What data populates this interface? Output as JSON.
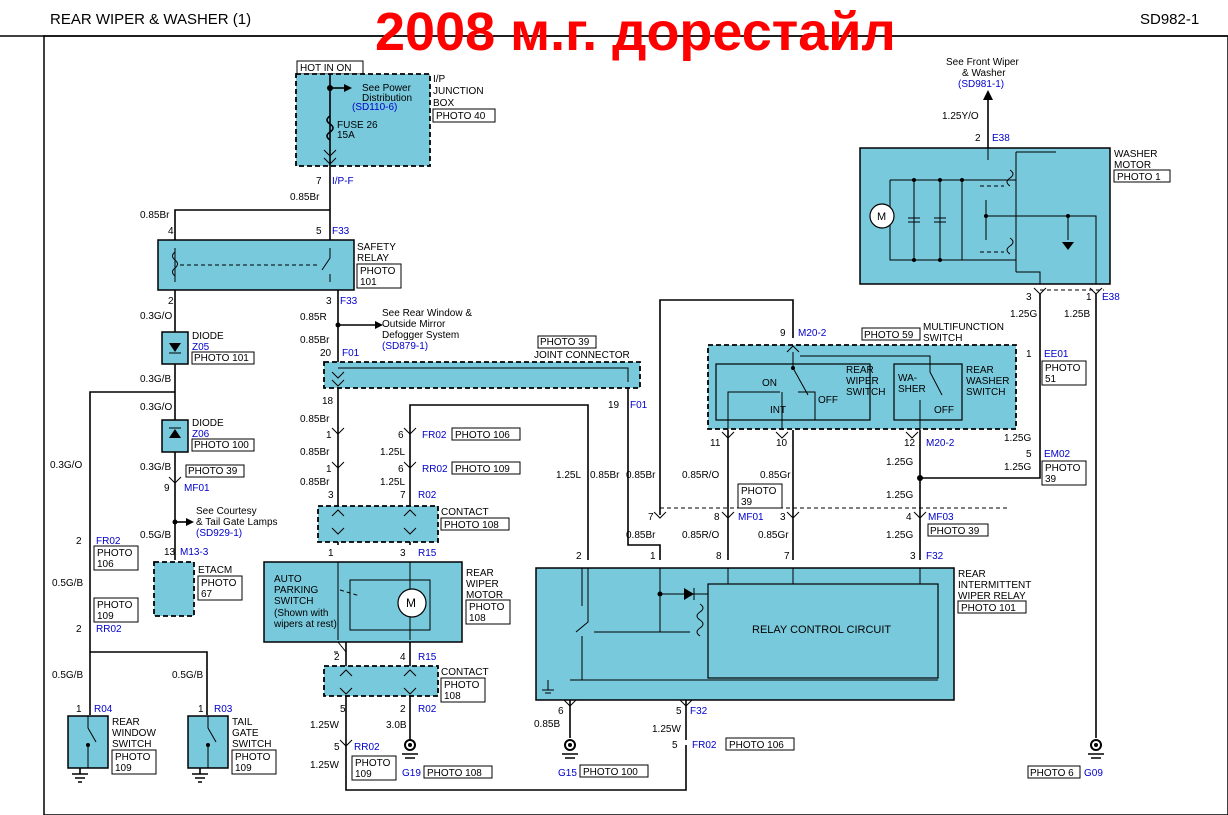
{
  "header": {
    "title": "REAR WIPER & WASHER (1)",
    "code": "SD982-1",
    "overlay": "2008 м.г. дорестайл"
  },
  "fuse_box": {
    "hot": "HOT IN ON",
    "see1": "See Power",
    "see2": "Distribution",
    "ref": "(SD110-6)",
    "fuse": "FUSE 26",
    "amp": "15A",
    "name1": "I/P",
    "name2": "JUNCTION",
    "name3": "BOX",
    "photo": "PHOTO 40",
    "pin": "7",
    "conn": "I/P-F",
    "wire": "0.85Br"
  },
  "safety_relay": {
    "name1": "SAFETY",
    "name2": "RELAY",
    "photo1": "PHOTO",
    "photo2": "101",
    "p4": "4",
    "p5": "5",
    "conn_top": "F33",
    "p2": "2",
    "p3": "3",
    "conn_bot": "F33",
    "wire_left": "0.85Br",
    "wire_out": "0.85R"
  },
  "defogger": {
    "l1": "See Rear Window &",
    "l2": "Outside Mirror",
    "l3": "Defogger System",
    "ref": "(SD879-1)"
  },
  "diodes": {
    "d1": "DIODE",
    "z05": "Z05",
    "ph1": "PHOTO 101",
    "d2": "DIODE",
    "z06": "Z06",
    "ph2": "PHOTO 100",
    "w1": "0.3G/O",
    "w2": "0.3G/B",
    "w3": "0.3G/O",
    "w4": "0.3G/B",
    "w5": "0.5G/B",
    "w6": "0.3G/O",
    "photo39": "PHOTO 39",
    "mf01pin": "9",
    "mf01": "MF01"
  },
  "courtesy": {
    "l1": "See Courtesy",
    "l2": "& Tail Gate Lamps",
    "ref": "(SD929-1)"
  },
  "etacm": {
    "pin": "13",
    "conn": "M13-3",
    "name": "ETACM",
    "photo1": "PHOTO",
    "photo2": "67"
  },
  "left_conn": {
    "fr02pin": "2",
    "fr02": "FR02",
    "ph1a": "PHOTO",
    "ph1b": "106",
    "w": "0.5G/B",
    "ph2a": "PHOTO",
    "ph2b": "109",
    "rr02pin": "2",
    "rr02": "RR02",
    "w2": "0.5G/B",
    "w3": "0.5G/B"
  },
  "rear_window_switch": {
    "pin": "1",
    "conn": "R04",
    "n1": "REAR",
    "n2": "WINDOW",
    "n3": "SWITCH",
    "ph1": "PHOTO",
    "ph2": "109"
  },
  "tail_gate_switch": {
    "pin": "1",
    "conn": "R03",
    "n1": "TAIL",
    "n2": "GATE",
    "n3": "SWITCH",
    "ph1": "PHOTO",
    "ph2": "109"
  },
  "joint": {
    "photo": "PHOTO 39",
    "name": "JOINT CONNECTOR",
    "p20": "20",
    "conn": "F01",
    "p18": "18",
    "p19": "19",
    "conn19": "F01",
    "w_in": "0.85Br"
  },
  "middle": {
    "w1": "0.85Br",
    "p1": "1",
    "p6": "6",
    "fr02": "FR02",
    "ph106": "PHOTO 106",
    "w2": "0.85Br",
    "w3": "1.25L",
    "p1b": "1",
    "p6b": "6",
    "rr02": "RR02",
    "ph109": "PHOTO 109",
    "w4": "0.85Br",
    "w5": "1.25L",
    "p3": "3",
    "p7": "7",
    "r02": "R02",
    "contact": "CONTACT",
    "ph108": "PHOTO 108",
    "p1c": "1",
    "p3c": "3",
    "r15": "R15"
  },
  "motor": {
    "aps1": "AUTO",
    "aps2": "PARKING",
    "aps3": "SWITCH",
    "aps4": "(Shown with",
    "aps5": "wipers at rest)",
    "m1": "REAR",
    "m2": "WIPER",
    "m3": "MOTOR",
    "ph1": "PHOTO",
    "ph2": "108",
    "p2": "2",
    "p4": "4",
    "r15": "R15",
    "contact": "CONTACT",
    "phc1": "PHOTO",
    "phc2": "108",
    "p5": "5",
    "p2b": "2",
    "r02": "R02",
    "w1": "1.25W",
    "w2": "3.0B",
    "p5b": "5",
    "rr02": "RR02",
    "w3": "1.25W",
    "ph109a": "PHOTO",
    "ph109b": "109",
    "g19": "G19",
    "phg": "PHOTO 108"
  },
  "multifunction": {
    "p9": "9",
    "conn": "M20-2",
    "photo": "PHOTO 59",
    "n1": "MULTIFUNCTION",
    "n2": "SWITCH",
    "rw1": "REAR",
    "rw2": "WIPER",
    "rw3": "SWITCH",
    "on": "ON",
    "int": "INT",
    "off": "OFF",
    "wa1": "WA-",
    "wa2": "SHER",
    "off2": "OFF",
    "rws1": "REAR",
    "rws2": "WASHER",
    "rws3": "SWITCH",
    "p11": "11",
    "p10": "10",
    "p12": "12",
    "conn12": "M20-2"
  },
  "relay_area": {
    "w1": "1.25L",
    "w2": "0.85Br",
    "w3": "0.85Br",
    "w4": "0.85R/O",
    "w5": "0.85Gr",
    "ph39a": "PHOTO",
    "ph39b": "39",
    "p7": "7",
    "p8": "8",
    "mf01": "MF01",
    "p3": "3",
    "p4": "4",
    "mf03": "MF03",
    "ph39": "PHOTO 39",
    "w6": "0.85Br",
    "w7": "0.85R/O",
    "w8": "0.85Gr",
    "w9": "1.25G",
    "w10": "1.25G",
    "w11": "1.25G",
    "rp2": "2",
    "rp1": "1",
    "rp8": "8",
    "rp7": "7",
    "rp3": "3",
    "f32": "F32",
    "n1": "REAR",
    "n2": "INTERMITTENT",
    "n3": "WIPER RELAY",
    "photo": "PHOTO 101",
    "rcc": "RELAY CONTROL CIRCUIT",
    "p6": "6",
    "p5": "5",
    "f32b": "F32",
    "w12": "0.85B",
    "w13": "1.25W",
    "p5b": "5",
    "fr02": "FR02",
    "ph106": "PHOTO 106",
    "g15": "G15",
    "ph100": "PHOTO 100"
  },
  "washer": {
    "see1": "See Front Wiper",
    "see2": "& Washer",
    "ref": "(SD981-1)",
    "w_in": "1.25Y/O",
    "p2": "2",
    "conn": "E38",
    "n1": "WASHER",
    "n2": "MOTOR",
    "photo": "PHOTO 1",
    "p3": "3",
    "p1": "1",
    "conn2": "E38",
    "w1": "1.25G",
    "w2": "1.25B",
    "p1b": "1",
    "ee01": "EE01",
    "ph51a": "PHOTO",
    "ph51b": "51",
    "w3": "1.25G",
    "p5": "5",
    "em02": "EM02",
    "w4": "1.25G",
    "ph39a": "PHOTO",
    "ph39b": "39",
    "ph6": "PHOTO 6",
    "g09": "G09"
  }
}
